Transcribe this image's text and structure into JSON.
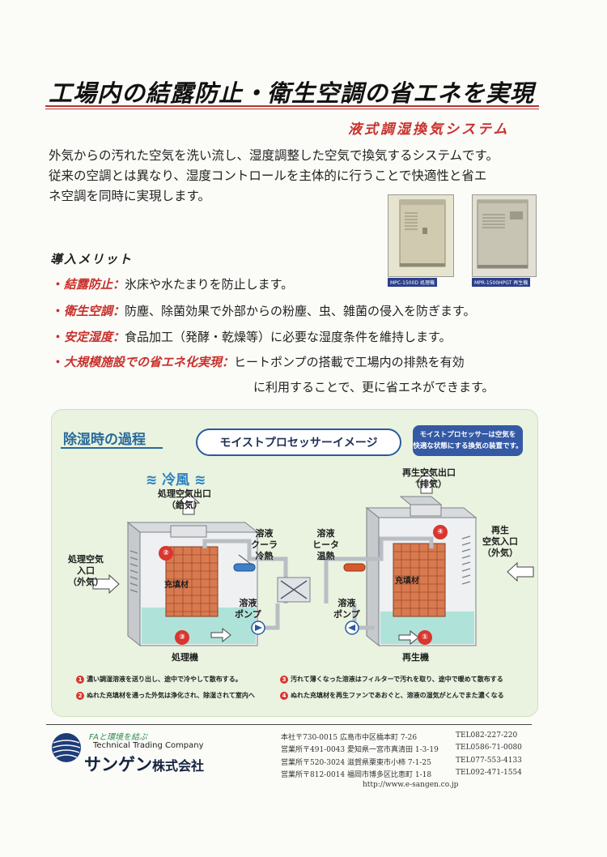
{
  "title": "工場内の結露防止・衛生空調の省エネを実現",
  "subtitle": "液式調湿換気システム",
  "intro": [
    "外気からの汚れた空気を洗い流し、湿度調整した空気で換気するシステムです。",
    "従来の空調とは異なり、湿度コントロールを主体的に行うことで快適性と省エ",
    "ネ空調を同時に実現します。"
  ],
  "photos": [
    {
      "caption": "MPC-1500D 処理機"
    },
    {
      "caption": "MPR-1500HPGT 再生機"
    }
  ],
  "merits": {
    "heading": "導入メリット",
    "items": [
      {
        "label": "結露防止",
        "text": "氷床や水たまりを防止します。"
      },
      {
        "label": "衛生空調",
        "text": "防塵、除菌効果で外部からの粉塵、虫、雑菌の侵入を防ぎます。"
      },
      {
        "label": "安定湿度",
        "text": "食品加工（発酵・乾燥等）に必要な湿度条件を維持します。"
      },
      {
        "label": "大規模施設での省エネ化実現",
        "text": "ヒートポンプの搭載で工場内の排熱を有効",
        "text2": "に利用することで、更に省エネができます。"
      }
    ]
  },
  "diagram": {
    "section_title": "除湿時の過程",
    "image_title": "モイストプロセッサーイメージ",
    "badge": [
      "モイストプロセッサーは空気を",
      "快適な状態にする換気の装置です。"
    ],
    "cold_wind": "冷風",
    "labels": {
      "proc_outlet": [
        "処理空気出口",
        "（給気）"
      ],
      "regen_outlet": [
        "再生空気出口",
        "（排気）"
      ],
      "proc_inlet": [
        "処理空気",
        "入口",
        "（外気）"
      ],
      "regen_inlet": [
        "再生",
        "空気入口",
        "（外気）"
      ],
      "cooler": [
        "溶液",
        "クーラ",
        "冷熱"
      ],
      "heater": [
        "溶液",
        "ヒータ",
        "温熱"
      ],
      "pump_left": [
        "溶液",
        "ポンプ"
      ],
      "pump_right": [
        "溶液",
        "ポンプ"
      ],
      "packing_left": "充填材",
      "packing_right": "充填材",
      "unit_left": "処理機",
      "unit_right": "再生機"
    },
    "markers": [
      "①",
      "②",
      "③",
      "④"
    ],
    "steps": [
      {
        "num": "1",
        "text": "濃い調湿溶液を送り出し、途中で冷やして散布する。"
      },
      {
        "num": "2",
        "text": "ぬれた充填材を通った外気は浄化され、除湿されて室内へ"
      },
      {
        "num": "3",
        "text": "汚れて薄くなった溶液はフィルターで汚れを取り、途中で暖めて散布する"
      },
      {
        "num": "4",
        "text": "ぬれた充填材を再生ファンであおぐと、溶液の湿気がとんでまた濃くなる"
      }
    ]
  },
  "footer": {
    "tagline": "FAと環境を結ぶ",
    "company_en": "Technical Trading Company",
    "company_jp": "サンゲン",
    "company_suffix": "株式会社",
    "offices": [
      {
        "address": "本社〒730-0015 広島市中区橋本町 7-26",
        "tel": "TEL082-227-220"
      },
      {
        "address": "営業所〒491-0043 愛知県一宮市真清田 1-3-19",
        "tel": "TEL0586-71-0080"
      },
      {
        "address": "営業所〒520-3024 滋賀県栗東市小柿 7-1-25",
        "tel": "TEL077-553-4133"
      },
      {
        "address": "営業所〒812-0014 福岡市博多区比恵町 1-18",
        "tel": "TEL092-471-1554"
      }
    ],
    "url": "http://www.e-sangen.co.jp"
  }
}
